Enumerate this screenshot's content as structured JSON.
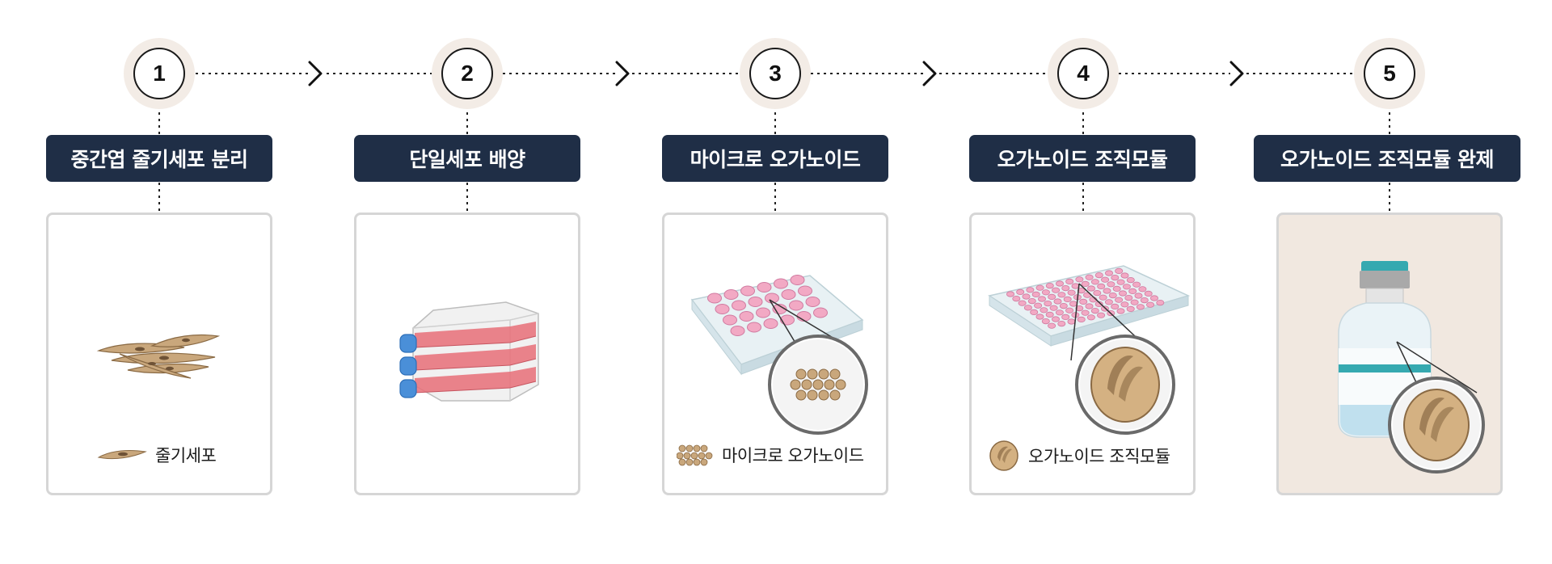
{
  "steps": [
    {
      "number": "1",
      "title": "중간엽 줄기세포 분리",
      "legend": "줄기세포"
    },
    {
      "number": "2",
      "title": "단일세포 배양"
    },
    {
      "number": "3",
      "title": "마이크로 오가노이드",
      "legend": "마이크로 오가노이드"
    },
    {
      "number": "4",
      "title": "오가노이드 조직모듈",
      "legend": "오가노이드 조직모듈"
    },
    {
      "number": "5",
      "title": "오가노이드 조직모듈 완제"
    }
  ],
  "icons": {
    "step1": "stem-cell-cluster-icon",
    "step2": "cell-culture-flask-stack-icon",
    "step3": "well-plate-24-with-magnifier-icon",
    "step4": "well-plate-96-with-magnifier-icon",
    "step5": "vial-with-magnifier-icon",
    "connector": "chevron-right-icon"
  },
  "colors": {
    "title_bg": "#1f2e46",
    "number_halo": "#f3ece6",
    "card_border": "#d6d6d6",
    "final_card_bg": "#f1e8e0",
    "cell_tan": "#c9a77c",
    "medium_pink": "#e86f78",
    "well_pink": "#f2a9c4",
    "cap_blue": "#4a8fd8",
    "vial_teal": "#35a9b0"
  }
}
